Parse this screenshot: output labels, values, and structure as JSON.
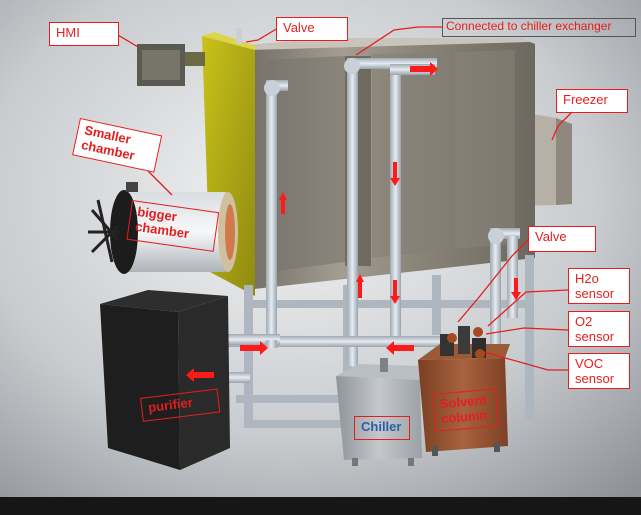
{
  "labels": {
    "hmi": "HMI",
    "valve_top": "Valve",
    "connected": "Connected to chiller exchanger",
    "freezer": "Freezer",
    "smaller_chamber": "Smaller chamber",
    "bigger_chamber": "bigger chamber",
    "valve_right": "Valve",
    "h2o_sensor": "H2o sensor",
    "o2_sensor": "O2 sensor",
    "voc_sensor": "VOC sensor",
    "purifier": "purifier",
    "chiller": "Chiller",
    "solvent_column": "Solvent column"
  },
  "colors": {
    "label_red": "#e41e1e",
    "arrow_red": "#ff1a1a",
    "chiller_blue": "#2b5fa8"
  }
}
